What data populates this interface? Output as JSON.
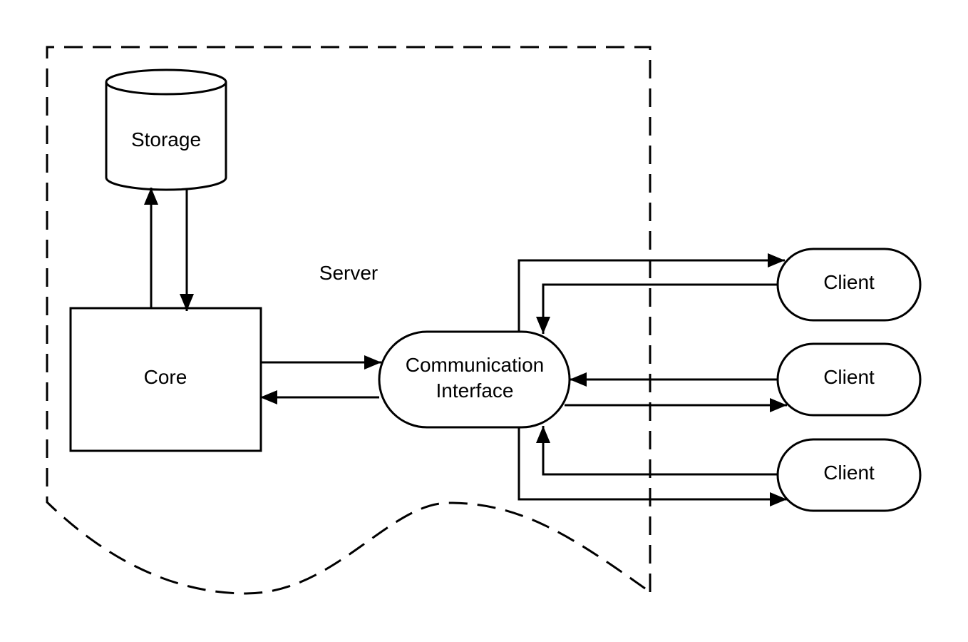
{
  "labels": {
    "server": "Server",
    "storage": "Storage",
    "core": "Core",
    "comm_line1": "Communication",
    "comm_line2": "Interface",
    "client_1": "Client",
    "client_2": "Client",
    "client_3": "Client"
  }
}
